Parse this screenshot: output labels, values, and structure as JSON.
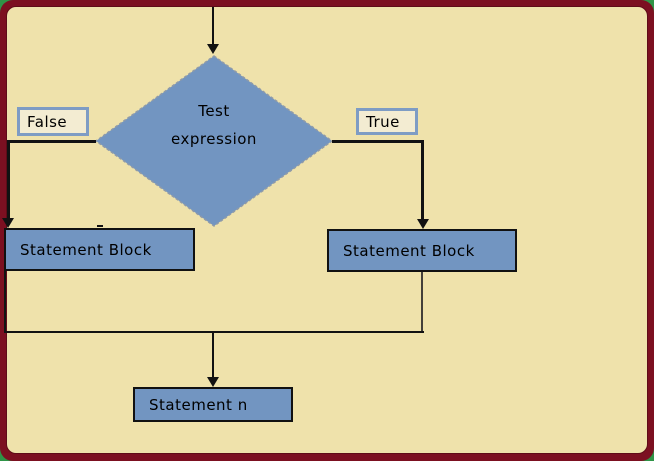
{
  "frame": {
    "outer_corner_color": "#2f9447",
    "border_color": "#7c1021",
    "canvas_color": "#efe2ab"
  },
  "diagram": {
    "decision": {
      "text_line1": "Test",
      "text_line2": "expression",
      "fill_color": "#7295c1"
    },
    "branch_labels": {
      "false_label": "False",
      "true_label": "True",
      "box_border_color": "#7e9cc4",
      "box_fill_color": "#f3ecd2"
    },
    "blocks": {
      "left_block_label": "Statement Block",
      "right_block_label": "Statement Block",
      "bottom_block_label": "Statement n",
      "fill_color": "#7295c1"
    },
    "line_color": "#121212"
  }
}
